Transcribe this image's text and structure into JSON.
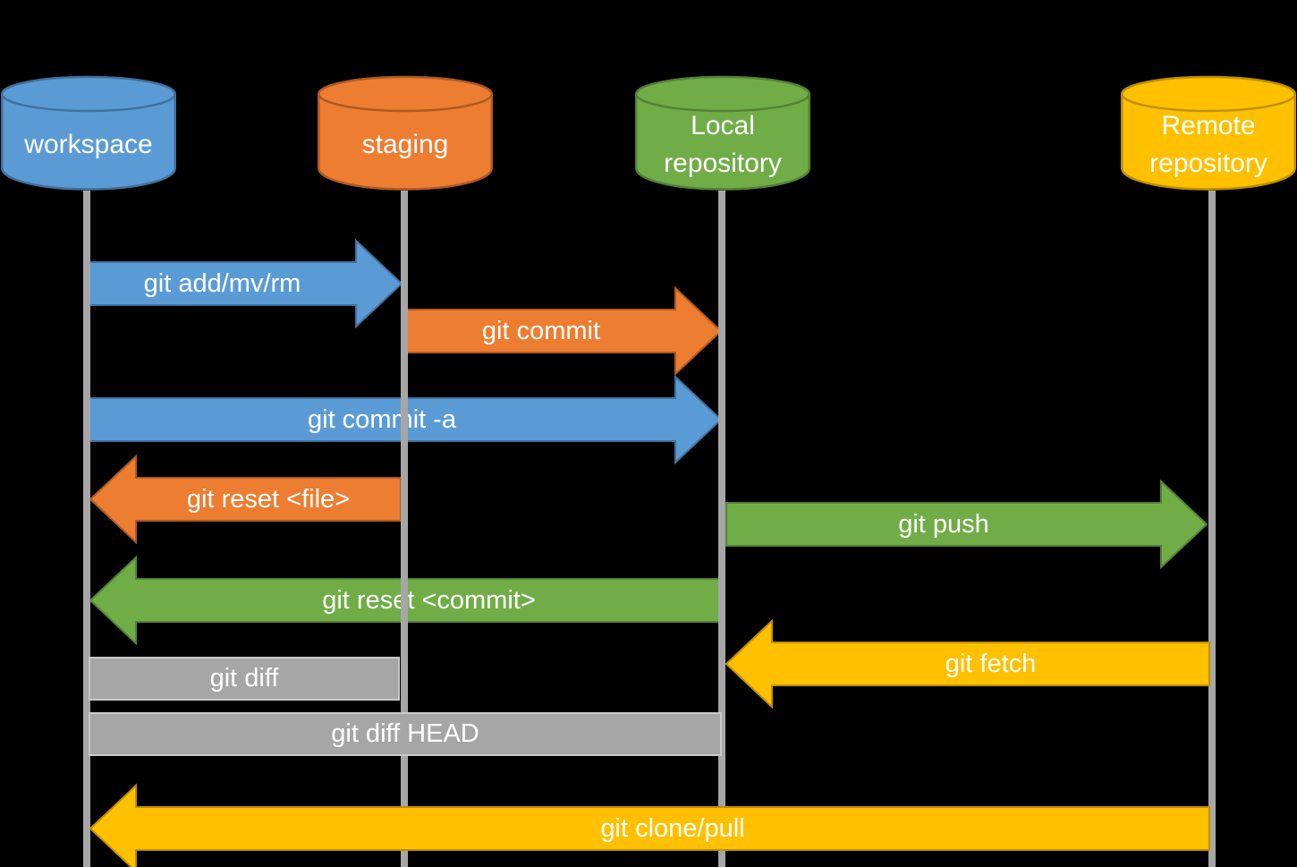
{
  "background_color": "#000000",
  "text_color": "#FFFFFF",
  "lifeline_color": "#A6A6A6",
  "nodes": [
    {
      "id": "workspace",
      "lines": [
        "workspace"
      ],
      "fill": "#5B9BD5",
      "border": "#41719C"
    },
    {
      "id": "staging",
      "lines": [
        "staging"
      ],
      "fill": "#ED7D31",
      "border": "#AE5A21"
    },
    {
      "id": "local-repository",
      "lines": [
        "Local",
        "repository"
      ],
      "fill": "#70AD47",
      "border": "#548235"
    },
    {
      "id": "remote-repository",
      "lines": [
        "Remote",
        "repository"
      ],
      "fill": "#FFC000",
      "border": "#BF8F00"
    }
  ],
  "arrows": [
    {
      "label": "git add/mv/rm",
      "from": "workspace",
      "to": "staging",
      "shape": "arrow-right",
      "fill": "#5B9BD5",
      "border": "#41719C"
    },
    {
      "label": "git commit",
      "from": "staging",
      "to": "local-repository",
      "shape": "arrow-right",
      "fill": "#ED7D31",
      "border": "#AE5A21"
    },
    {
      "label": "git commit -a",
      "from": "workspace",
      "to": "local-repository",
      "shape": "arrow-right",
      "fill": "#5B9BD5",
      "border": "#41719C"
    },
    {
      "label": "git reset <file>",
      "from": "staging",
      "to": "workspace",
      "shape": "arrow-left",
      "fill": "#ED7D31",
      "border": "#AE5A21"
    },
    {
      "label": "git push",
      "from": "local-repository",
      "to": "remote-repository",
      "shape": "arrow-right",
      "fill": "#70AD47",
      "border": "#548235"
    },
    {
      "label": "git reset <commit>",
      "from": "local-repository",
      "to": "workspace",
      "shape": "arrow-left",
      "fill": "#70AD47",
      "border": "#548235"
    },
    {
      "label": "git fetch",
      "from": "remote-repository",
      "to": "local-repository",
      "shape": "arrow-left",
      "fill": "#FFC000",
      "border": "#BF8F00"
    },
    {
      "label": "git diff",
      "from": "workspace",
      "to": "staging",
      "shape": "bar",
      "fill": "#A6A6A6",
      "border": "#C9C9C9"
    },
    {
      "label": "git diff HEAD",
      "from": "workspace",
      "to": "local-repository",
      "shape": "bar",
      "fill": "#A6A6A6",
      "border": "#C9C9C9"
    },
    {
      "label": "git clone/pull",
      "from": "remote-repository",
      "to": "workspace",
      "shape": "arrow-left",
      "fill": "#FFC000",
      "border": "#BF8F00"
    }
  ]
}
